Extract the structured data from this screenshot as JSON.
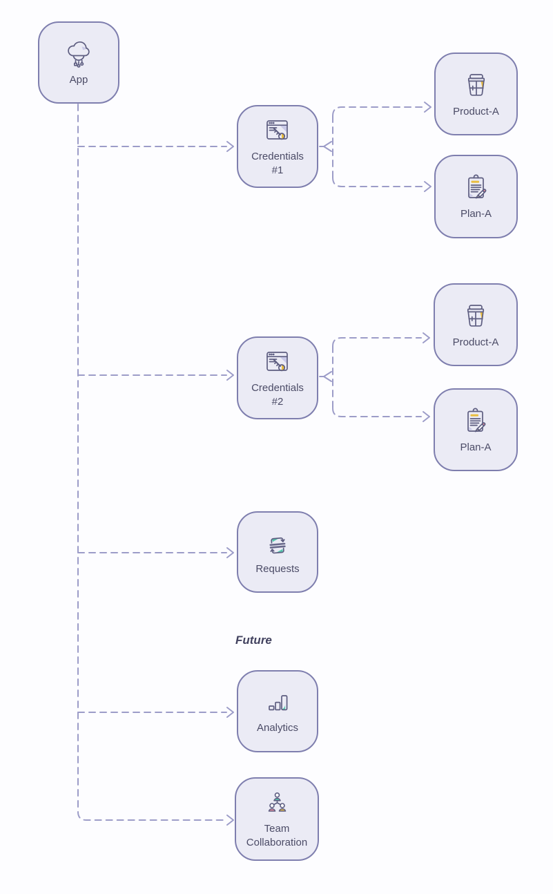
{
  "diagram": {
    "section_label": "Future",
    "colors": {
      "background": "#fdfdff",
      "node_fill": "#ebebf5",
      "node_border": "#7e7eae",
      "label_text": "#4b4b66",
      "connector": "#9c9cc8",
      "icon_stroke": "#5d5d80",
      "accent_yellow": "#e9bd3f",
      "accent_teal": "#57c7ad",
      "accent_pink": "#ee8f9c",
      "accent_lavender": "#c9c9e8"
    },
    "nodes": [
      {
        "id": "app",
        "label": "App",
        "icon": "cloud-app-icon"
      },
      {
        "id": "credentials-1",
        "label": "Credentials\n#1",
        "icon": "browser-key-icon"
      },
      {
        "id": "product-a-1",
        "label": "Product-A",
        "icon": "product-box-icon"
      },
      {
        "id": "plan-a-1",
        "label": "Plan-A",
        "icon": "plan-clipboard-icon"
      },
      {
        "id": "credentials-2",
        "label": "Credentials\n#2",
        "icon": "browser-key-icon"
      },
      {
        "id": "product-a-2",
        "label": "Product-A",
        "icon": "product-box-icon"
      },
      {
        "id": "plan-a-2",
        "label": "Plan-A",
        "icon": "plan-clipboard-icon"
      },
      {
        "id": "requests",
        "label": "Requests",
        "icon": "sync-arrows-icon"
      },
      {
        "id": "analytics",
        "label": "Analytics",
        "icon": "bar-chart-icon"
      },
      {
        "id": "team-collaboration",
        "label": "Team\nCollaboration",
        "icon": "org-chart-icon"
      }
    ],
    "edges": [
      {
        "from": "app",
        "to": "credentials-1"
      },
      {
        "from": "app",
        "to": "credentials-2"
      },
      {
        "from": "app",
        "to": "requests"
      },
      {
        "from": "app",
        "to": "analytics"
      },
      {
        "from": "app",
        "to": "team-collaboration"
      },
      {
        "from": "credentials-1",
        "to": "product-a-1"
      },
      {
        "from": "credentials-1",
        "to": "plan-a-1"
      },
      {
        "from": "credentials-2",
        "to": "product-a-2"
      },
      {
        "from": "credentials-2",
        "to": "plan-a-2"
      }
    ]
  }
}
